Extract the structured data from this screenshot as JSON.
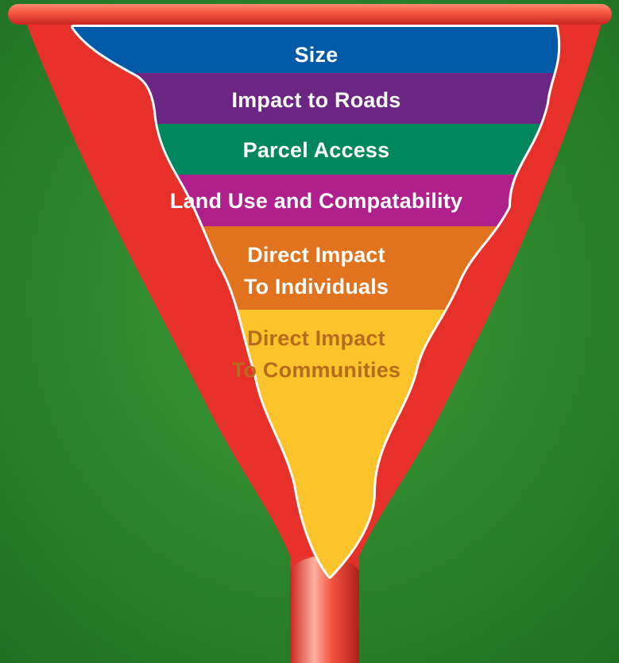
{
  "funnel": {
    "stages": [
      {
        "label_lines": [
          "Size"
        ],
        "color": "#005aa8",
        "text_color": "#ffffff"
      },
      {
        "label_lines": [
          "Impact to Roads"
        ],
        "color": "#6b2583",
        "text_color": "#ffffff"
      },
      {
        "label_lines": [
          "Parcel Access"
        ],
        "color": "#00875c",
        "text_color": "#ffffff"
      },
      {
        "label_lines": [
          "Land Use and Compatability"
        ],
        "color": "#b0208d",
        "text_color": "#ffffff"
      },
      {
        "label_lines": [
          "Direct Impact",
          "To Individuals"
        ],
        "color": "#e1731e",
        "text_color": "#ffffff"
      },
      {
        "label_lines": [
          "Direct Impact",
          "To Communities"
        ],
        "color": "#fcc42a",
        "text_color": "#b86b1d"
      }
    ],
    "colors": {
      "background": "#2a8a2a",
      "funnel_body": "#e8302a",
      "rim": "#f2543f",
      "outline": "#ffffff"
    }
  }
}
